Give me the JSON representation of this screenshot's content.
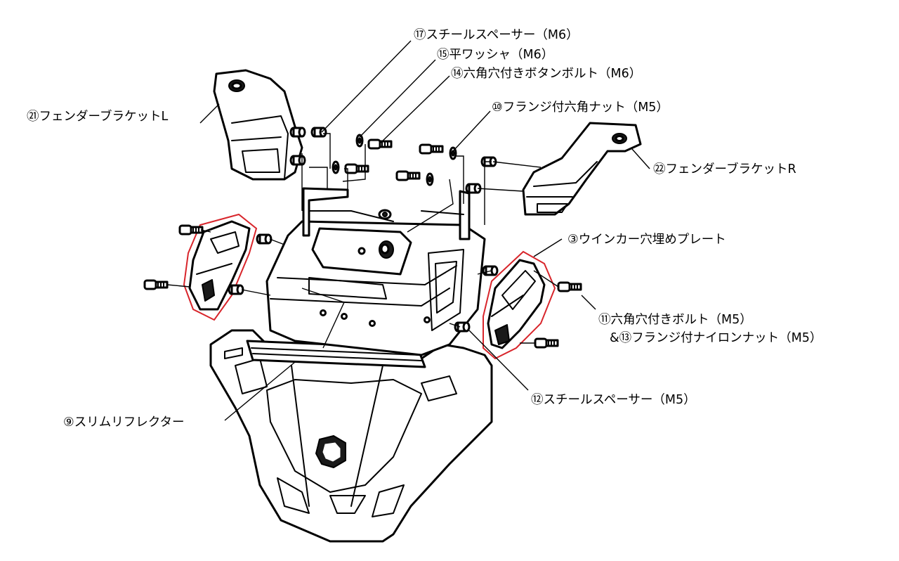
{
  "colors": {
    "line": "#000000",
    "highlight": "#d8252b",
    "background": "#ffffff"
  },
  "labels": {
    "p17": "⑰スチールスペーサー（M6）",
    "p15": "⑮平ワッシャ（M6）",
    "p14": "⑭六角穴付きボタンボルト（M6）",
    "p10": "⑩フランジ付六角ナット（M5）",
    "p21": "㉑フェンダーブラケットL",
    "p22": "㉒フェンダーブラケットR",
    "p3": "③ウインカー穴埋めプレート",
    "p11": "⑪六角穴付きボルト（M5）",
    "p13": "&⑬フランジ付ナイロンナット（M5）",
    "p12": "⑫スチールスペーサー（M5）",
    "p9": "⑨スリムリフレクター"
  }
}
